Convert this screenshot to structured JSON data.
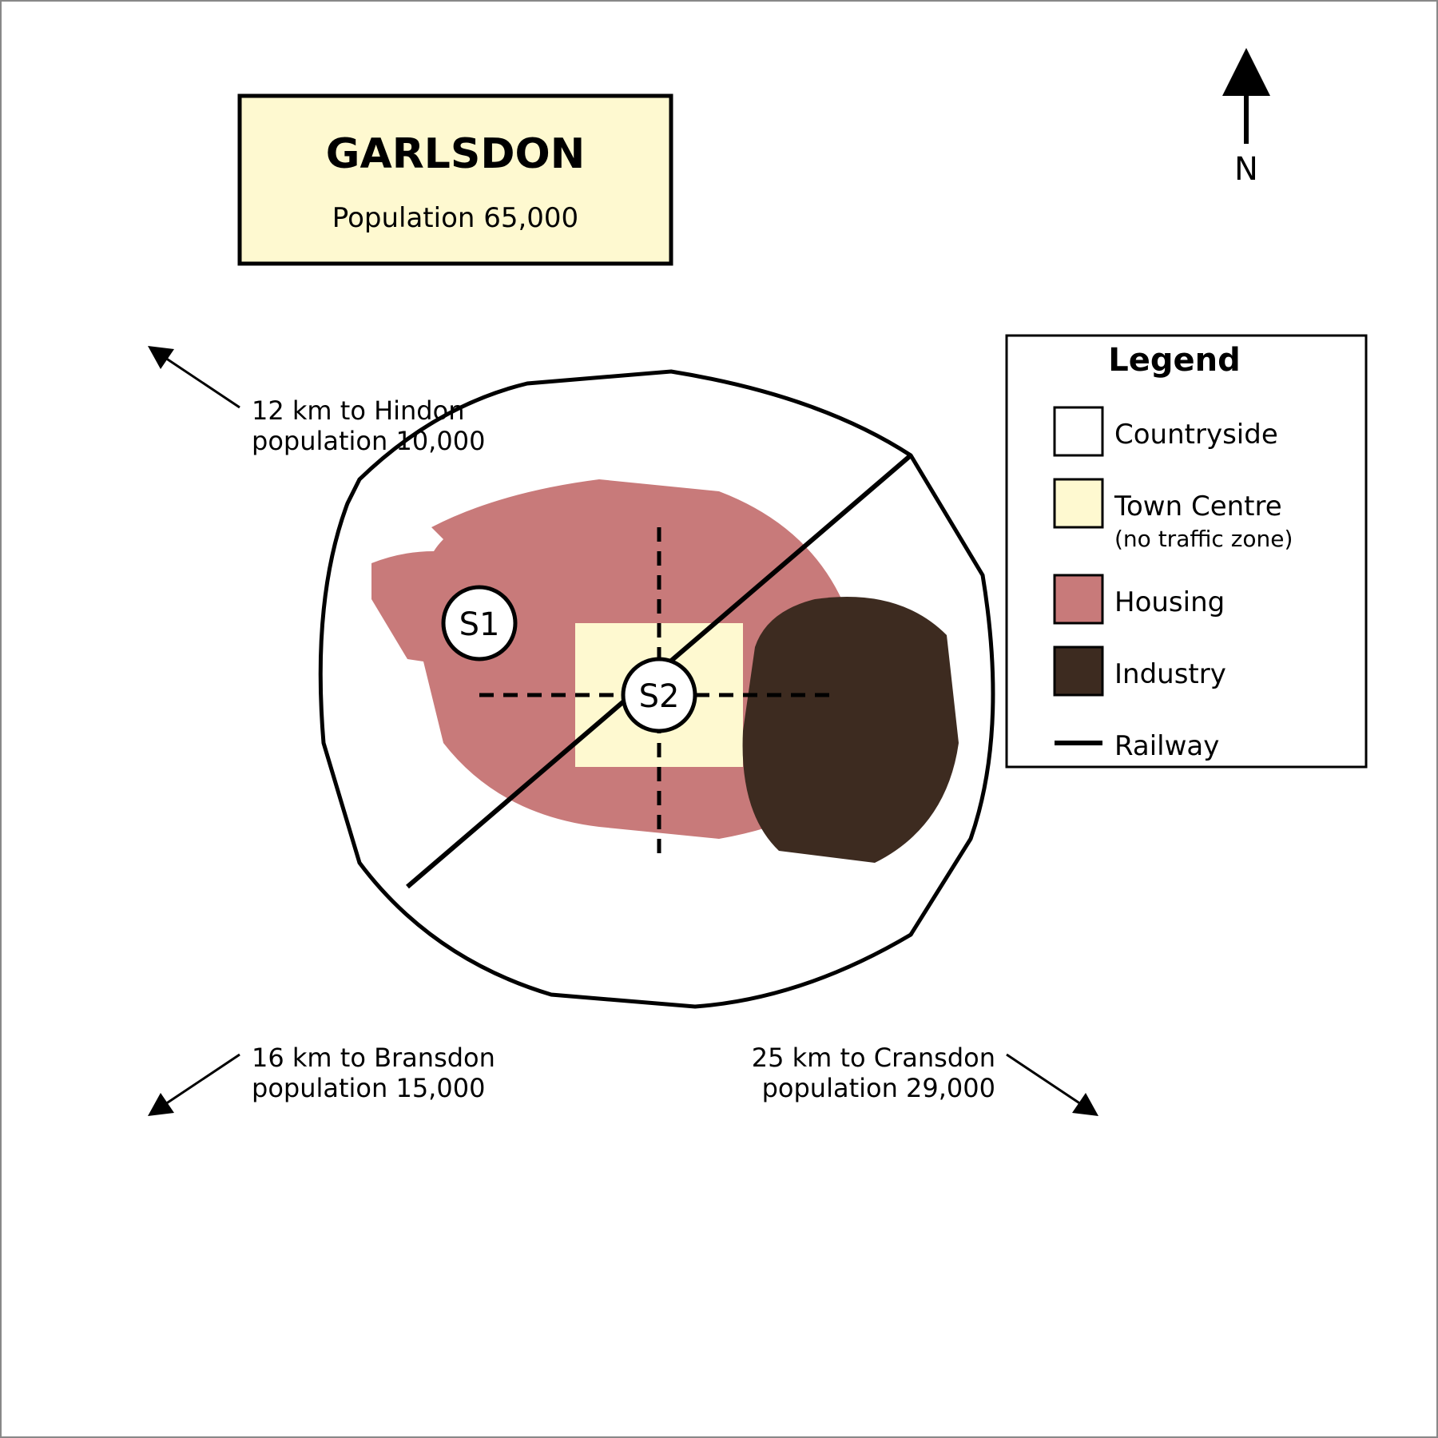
{
  "title_box": {
    "title": "GARLSDON",
    "subtitle": "Population 65,000"
  },
  "compass": {
    "label": "N"
  },
  "legend": {
    "title": "Legend",
    "items": [
      {
        "label": "Countryside",
        "sublabel": "",
        "color": "#ffffff"
      },
      {
        "label": "Town Centre",
        "sublabel": "(no traffic zone)",
        "color": "#fef9d0"
      },
      {
        "label": "Housing",
        "sublabel": "",
        "color": "#c87a7a"
      },
      {
        "label": "Industry",
        "sublabel": "",
        "color": "#3d2b20"
      },
      {
        "label": "Railway",
        "sublabel": "",
        "color": "#000000"
      }
    ]
  },
  "sites": [
    {
      "label": "S1"
    },
    {
      "label": "S2"
    }
  ],
  "destinations": {
    "nw": {
      "line1": "12 km to Hindon",
      "line2": "population 10,000"
    },
    "sw": {
      "line1": "16 km to Bransdon",
      "line2": "population 15,000"
    },
    "se": {
      "line1": "25 km to Cransdon",
      "line2": "population 29,000"
    }
  },
  "colors": {
    "town_centre": "#fef9d0",
    "housing": "#c87a7a",
    "industry": "#3d2b20",
    "countryside": "#ffffff",
    "border": "#888888"
  }
}
